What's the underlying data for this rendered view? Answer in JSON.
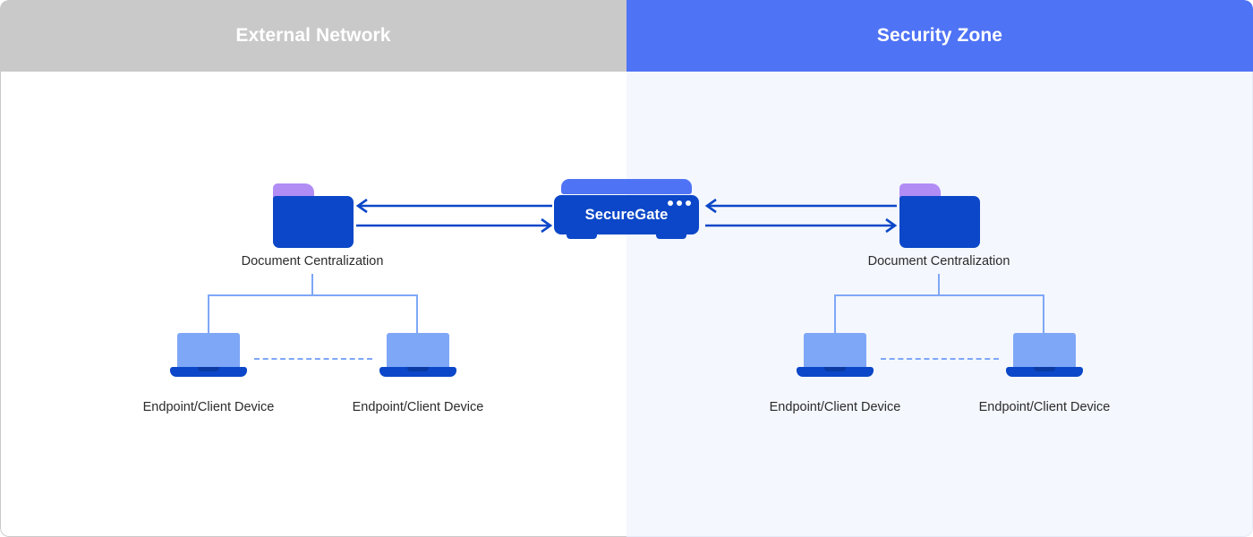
{
  "diagram": {
    "title_left": "External Network",
    "title_right": "Security Zone",
    "colors": {
      "zone_left_header": "#c9c9c9",
      "zone_right_header": "#4f73f5",
      "zone_right_body": "#f4f7fd",
      "node_primary": "#0b47c8",
      "node_accent": "#7ea7f7",
      "folder_tab": "#b18cf5",
      "arrow": "#0b47c8",
      "label_text": "#2b2b2b"
    },
    "gateway": {
      "label": "SecureGate",
      "led_count": 3,
      "icon": "gateway-appliance-icon"
    },
    "zones": [
      {
        "id": "external-network",
        "header": "External Network",
        "folder": {
          "label": "Document Centralization",
          "icon": "folder-icon"
        },
        "endpoints": [
          {
            "label": "Endpoint/Client Device",
            "icon": "laptop-icon"
          },
          {
            "label": "Endpoint/Client Device",
            "icon": "laptop-icon"
          }
        ],
        "links_to_gateway": [
          {
            "direction": "inbound",
            "icon": "arrow-left-icon"
          },
          {
            "direction": "outbound",
            "icon": "arrow-right-icon"
          }
        ]
      },
      {
        "id": "security-zone",
        "header": "Security Zone",
        "folder": {
          "label": "Document Centralization",
          "icon": "folder-icon"
        },
        "endpoints": [
          {
            "label": "Endpoint/Client Device",
            "icon": "laptop-icon"
          },
          {
            "label": "Endpoint/Client Device",
            "icon": "laptop-icon"
          }
        ],
        "links_to_gateway": [
          {
            "direction": "inbound",
            "icon": "arrow-left-icon"
          },
          {
            "direction": "outbound",
            "icon": "arrow-right-icon"
          }
        ]
      }
    ]
  }
}
